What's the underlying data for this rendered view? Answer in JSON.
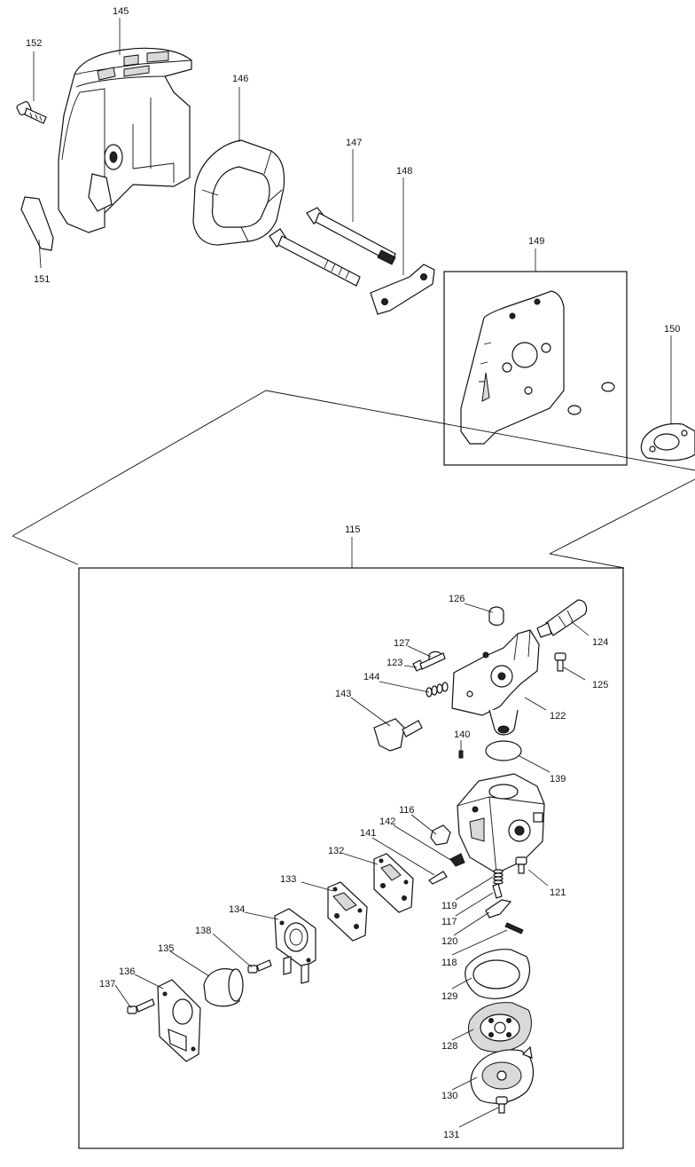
{
  "parts": [
    {
      "id": "152",
      "label": "152"
    },
    {
      "id": "145",
      "label": "145"
    },
    {
      "id": "146",
      "label": "146"
    },
    {
      "id": "147",
      "label": "147"
    },
    {
      "id": "148",
      "label": "148"
    },
    {
      "id": "151",
      "label": "151"
    },
    {
      "id": "149",
      "label": "149"
    },
    {
      "id": "150",
      "label": "150"
    },
    {
      "id": "115",
      "label": "115"
    },
    {
      "id": "126",
      "label": "126"
    },
    {
      "id": "124",
      "label": "124"
    },
    {
      "id": "127",
      "label": "127"
    },
    {
      "id": "123",
      "label": "123"
    },
    {
      "id": "125",
      "label": "125"
    },
    {
      "id": "144",
      "label": "144"
    },
    {
      "id": "143",
      "label": "143"
    },
    {
      "id": "122",
      "label": "122"
    },
    {
      "id": "140",
      "label": "140"
    },
    {
      "id": "139",
      "label": "139"
    },
    {
      "id": "116",
      "label": "116"
    },
    {
      "id": "142",
      "label": "142"
    },
    {
      "id": "141",
      "label": "141"
    },
    {
      "id": "132",
      "label": "132"
    },
    {
      "id": "121",
      "label": "121"
    },
    {
      "id": "133",
      "label": "133"
    },
    {
      "id": "119",
      "label": "119"
    },
    {
      "id": "117",
      "label": "117"
    },
    {
      "id": "134",
      "label": "134"
    },
    {
      "id": "120",
      "label": "120"
    },
    {
      "id": "138",
      "label": "138"
    },
    {
      "id": "118",
      "label": "118"
    },
    {
      "id": "135",
      "label": "135"
    },
    {
      "id": "136",
      "label": "136"
    },
    {
      "id": "129",
      "label": "129"
    },
    {
      "id": "137",
      "label": "137"
    },
    {
      "id": "128",
      "label": "128"
    },
    {
      "id": "130",
      "label": "130"
    },
    {
      "id": "131",
      "label": "131"
    }
  ]
}
